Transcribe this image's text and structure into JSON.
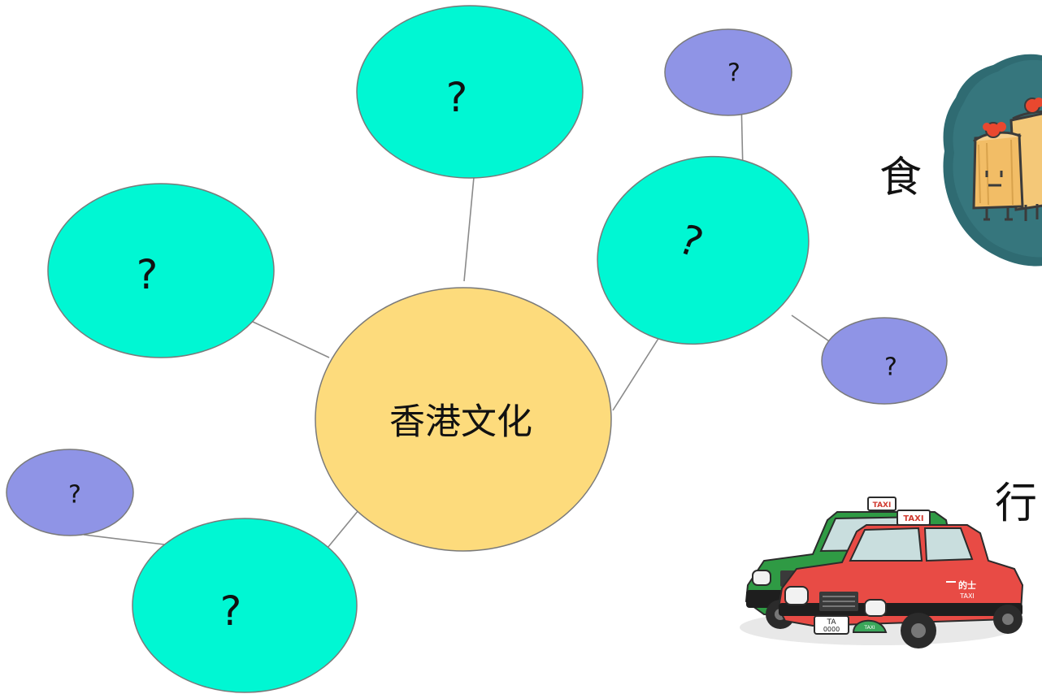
{
  "diagram": {
    "center": {
      "label": "香港文化",
      "fill": "#fddb7c"
    },
    "primary_fill": "#00f7d3",
    "secondary_fill": "#8f94e6",
    "stroke": "#7a7a7a",
    "line_color": "#8a8a8a",
    "nodes": {
      "top": {
        "label": "?"
      },
      "left": {
        "label": "?"
      },
      "right": {
        "label": "?"
      },
      "bottom": {
        "label": "?"
      },
      "right_top_small": {
        "label": "?"
      },
      "right_bottom_small": {
        "label": "?"
      },
      "left_small": {
        "label": "?"
      }
    }
  },
  "side_labels": {
    "food": "食",
    "transport": "行"
  },
  "pictures": {
    "food_icon": "dim-sum-siu-mai-icon",
    "transport_icon": "hong-kong-taxi-icon"
  }
}
